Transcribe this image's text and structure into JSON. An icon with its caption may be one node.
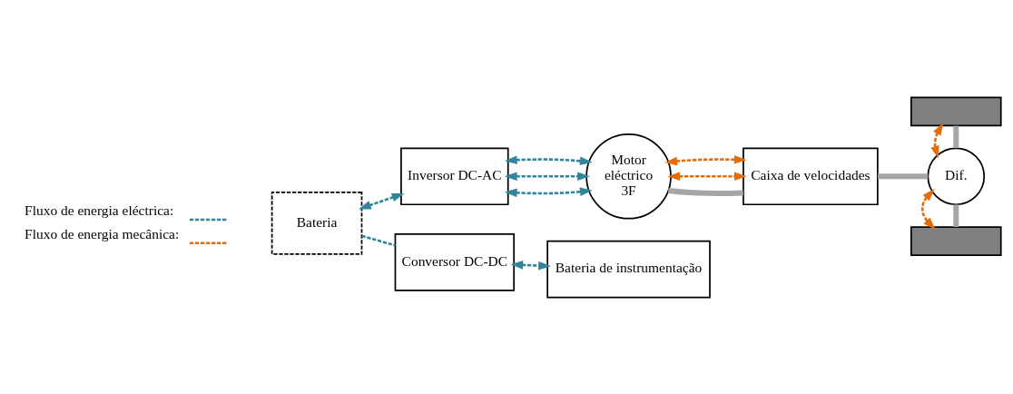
{
  "diagram": {
    "nodes": [
      {
        "text": [
          "Bateria"
        ]
      },
      {
        "text": [
          "Inversor DC-AC"
        ]
      },
      {
        "text": [
          "Motor eléctrico 3F"
        ]
      },
      {
        "text": [
          "Caixa de velocidades"
        ]
      },
      {
        "text": [
          "Dif."
        ]
      },
      {
        "text": [],
        "shape": "box"
      },
      {
        "text": [],
        "shape": "box"
      },
      {
        "text": [
          "Conversor DC-DC"
        ]
      },
      {
        "text": [
          "Bateria de instrumentação"
        ]
      }
    ],
    "edges": [
      {
        "from": 0,
        "to": 1,
        "arrow": "both",
        "style": "dashed"
      },
      {
        "from": 0,
        "to": 7,
        "arrow": "none",
        "style": "dashed"
      },
      {
        "from": 1,
        "to": 2,
        "arrow": "both",
        "style": "dashed"
      },
      {
        "from": 1,
        "to": 2,
        "arrow": "both",
        "style": "dashed"
      },
      {
        "from": 1,
        "to": 2,
        "arrow": "both",
        "style": "dashed"
      },
      {
        "from": 2,
        "to": 3,
        "arrow": "none",
        "style": "thick",
        "color": "#a6a6a6"
      },
      {
        "from": 2,
        "to": 3,
        "arrow": "both",
        "style": "dashed",
        "color": "#e46c0a"
      },
      {
        "from": 2,
        "to": 3,
        "arrow": "both",
        "style": "dashed",
        "color": "#e46c0a"
      },
      {
        "from": 3,
        "to": 4,
        "arrow": "none",
        "style": "thick",
        "color": "#a6a6a6"
      },
      {
        "from": 4,
        "to": 5,
        "arrow": "none",
        "style": "thick",
        "color": "#a6a6a6"
      },
      {
        "from": 4,
        "to": 5,
        "arrow": "both",
        "style": "dashed",
        "color": "#e46c0a"
      },
      {
        "from": 4,
        "to": 6,
        "arrow": "none",
        "style": "thick",
        "color": "#a6a6a6"
      },
      {
        "from": 4,
        "to": 6,
        "arrow": "both",
        "style": "dashed",
        "color": "#e46c0a"
      },
      {
        "from": 7,
        "to": 8,
        "arrow": "both",
        "style": "dashed"
      }
    ],
    "legend": [
      {
        "text": "Fluxo de energia eléctrica:",
        "color": "#31859c"
      },
      {
        "text": "Fluxo de energia mecânica:",
        "color": "#e46c0a"
      }
    ]
  }
}
